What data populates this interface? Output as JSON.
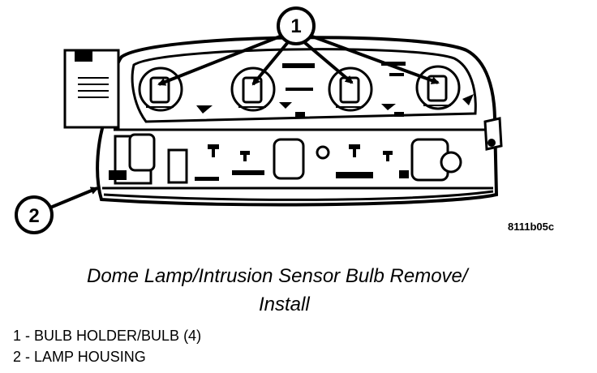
{
  "figure": {
    "id": "8111b05c",
    "caption_line1": "Dome Lamp/Intrusion Sensor Bulb Remove/",
    "caption_line2": "Install"
  },
  "callouts": [
    {
      "number": "1"
    },
    {
      "number": "2"
    }
  ],
  "legend": [
    {
      "text": "1 - BULB HOLDER/BULB (4)"
    },
    {
      "text": "2 - LAMP HOUSING"
    }
  ],
  "colors": {
    "ink": "#000000",
    "paper": "#ffffff"
  }
}
